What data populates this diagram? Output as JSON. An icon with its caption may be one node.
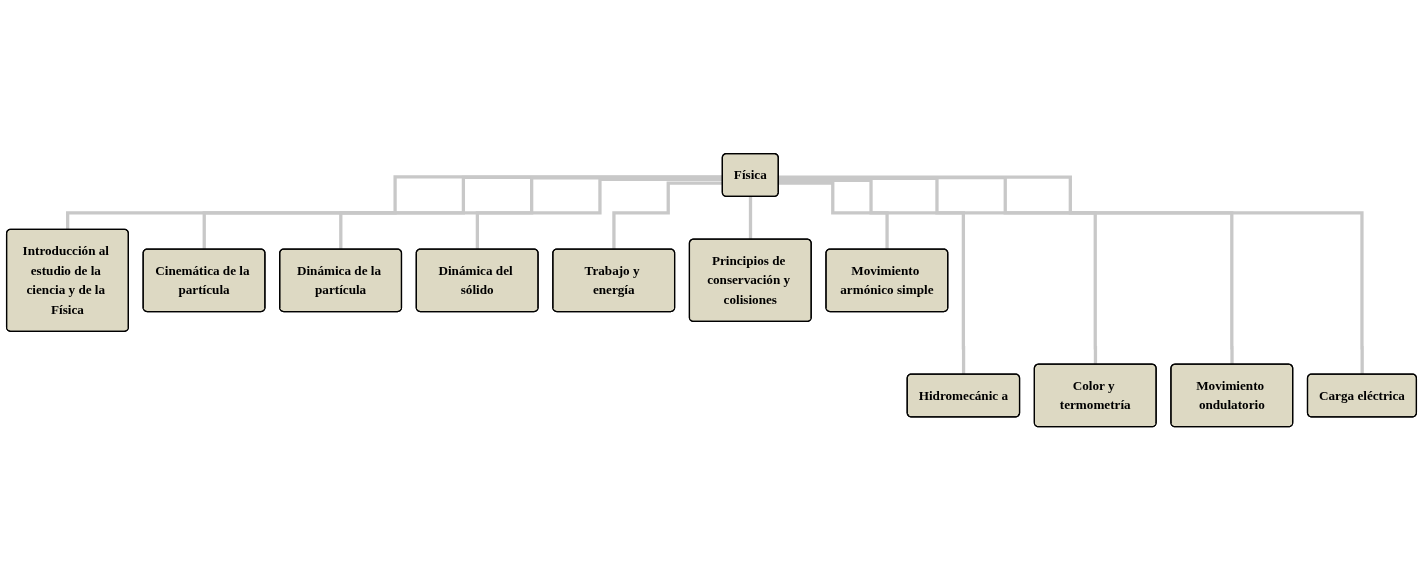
{
  "diagram": {
    "nodes": [
      {
        "text": [
          "Física"
        ]
      },
      {
        "text": [
          "Introducción al estudio de la ciencia y de la Física"
        ]
      },
      {
        "text": [
          "Cinemática de la partícula"
        ]
      },
      {
        "text": [
          "Dinámica de la partícula"
        ]
      },
      {
        "text": [
          "Dinámica del sólido"
        ]
      },
      {
        "text": [
          "Trabajo y energía"
        ]
      },
      {
        "text": [
          "Principios de conservación y colisiones"
        ]
      },
      {
        "text": [
          "Movimiento armónico simple"
        ]
      },
      {
        "text": [
          "Hidromecánic a"
        ]
      },
      {
        "text": [
          "Color y termometría"
        ]
      },
      {
        "text": [
          "Movimiento ondulatorio"
        ]
      },
      {
        "text": [
          "Carga eléctrica"
        ]
      }
    ],
    "edges": [
      {
        "from": 0,
        "to": 1,
        "arrow": "none"
      },
      {
        "from": 0,
        "to": 8,
        "arrow": "none"
      },
      {
        "from": 0,
        "to": 2,
        "arrow": "none"
      },
      {
        "from": 0,
        "to": 3,
        "arrow": "none"
      },
      {
        "from": 0,
        "to": 9,
        "arrow": "none"
      },
      {
        "from": 0,
        "to": 4,
        "arrow": "none"
      },
      {
        "from": 0,
        "to": 5,
        "arrow": "none"
      },
      {
        "from": 0,
        "to": 10,
        "arrow": "none"
      },
      {
        "from": 0,
        "to": 6,
        "arrow": "none"
      },
      {
        "from": 0,
        "to": 11,
        "arrow": "none"
      },
      {
        "from": 0,
        "to": 7,
        "arrow": "none"
      }
    ]
  }
}
